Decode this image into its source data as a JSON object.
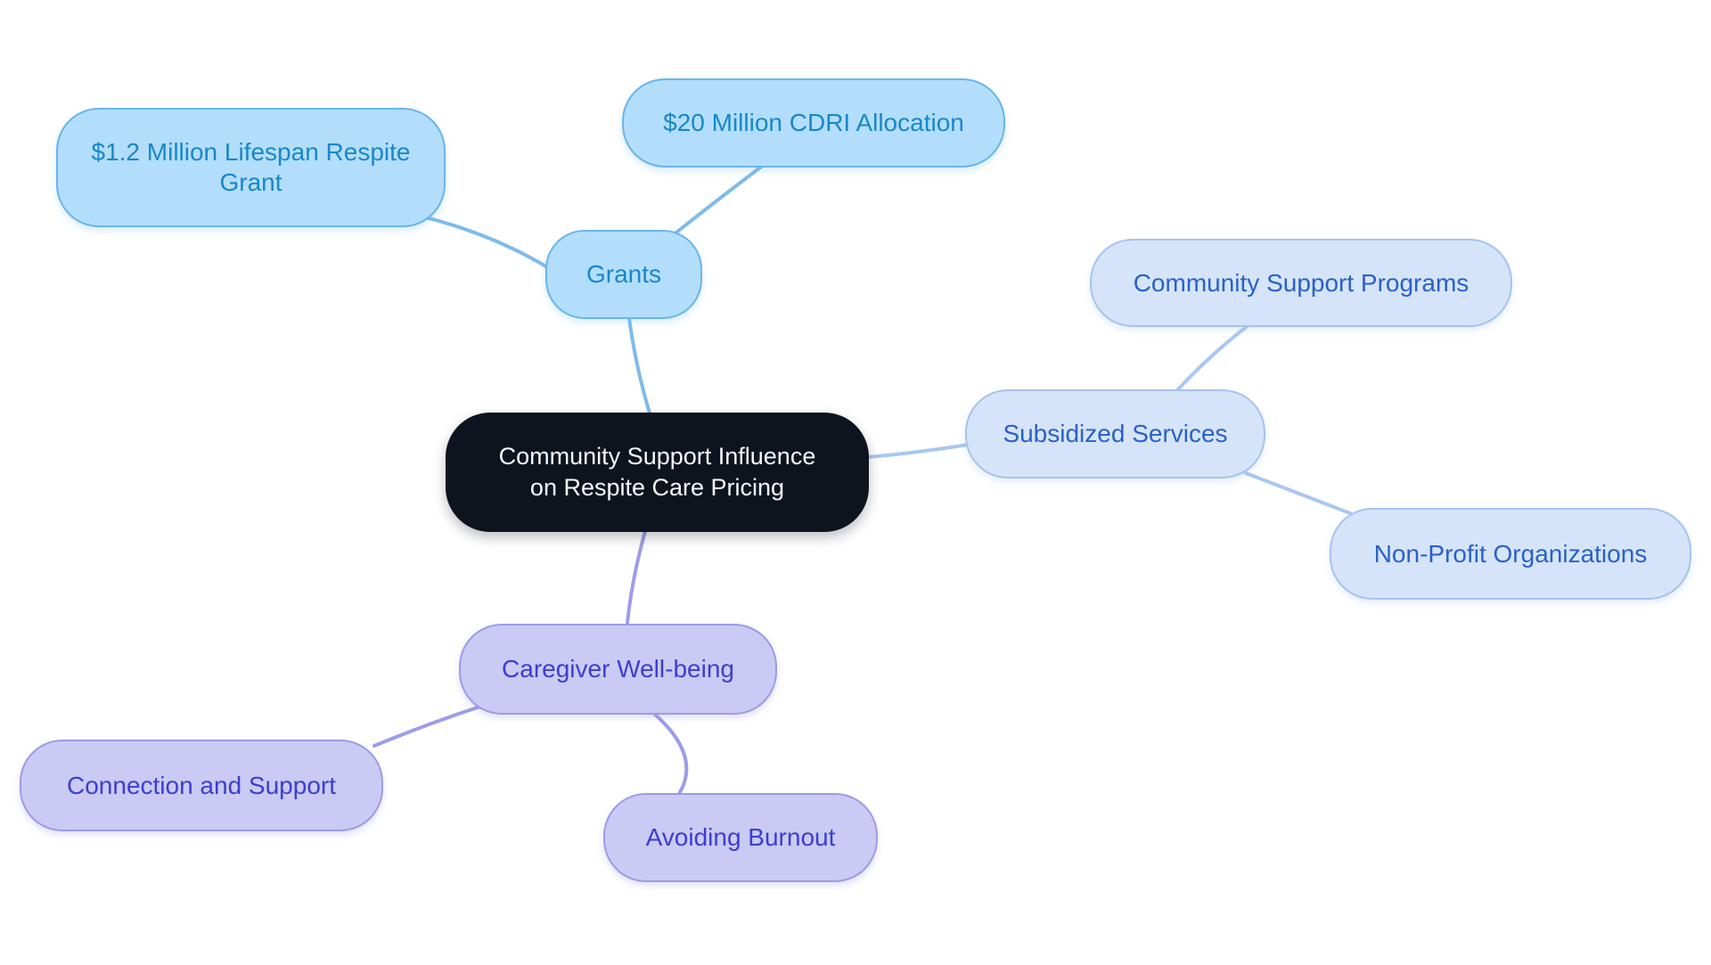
{
  "diagram": {
    "type": "mindmap",
    "background": "#FFFFFF",
    "central": {
      "label": "Community Support Influence on Respite Care Pricing",
      "fill": "#0E141E",
      "text_color": "#F7F9FB"
    },
    "branches": [
      {
        "label": "Grants",
        "fill": "#B3DEFB",
        "border": "#69B5EB",
        "text_color": "#1887CB",
        "edge_color": "#7FBBEA",
        "children": [
          {
            "label": "$1.2 Million Lifespan Respite Grant"
          },
          {
            "label": "$20 Million CDRI Allocation"
          }
        ]
      },
      {
        "label": "Subsidized Services",
        "fill": "#D6E4F9",
        "border": "#A6C3F0",
        "text_color": "#2861C8",
        "edge_color": "#A9C7F0",
        "children": [
          {
            "label": "Community Support Programs"
          },
          {
            "label": "Non-Profit Organizations"
          }
        ]
      },
      {
        "label": "Caregiver Well-being",
        "fill": "#CACAF5",
        "border": "#9C9CE6",
        "text_color": "#3D3DD1",
        "edge_color": "#9D9DE8",
        "children": [
          {
            "label": "Connection and Support"
          },
          {
            "label": "Avoiding Burnout"
          }
        ]
      }
    ]
  }
}
